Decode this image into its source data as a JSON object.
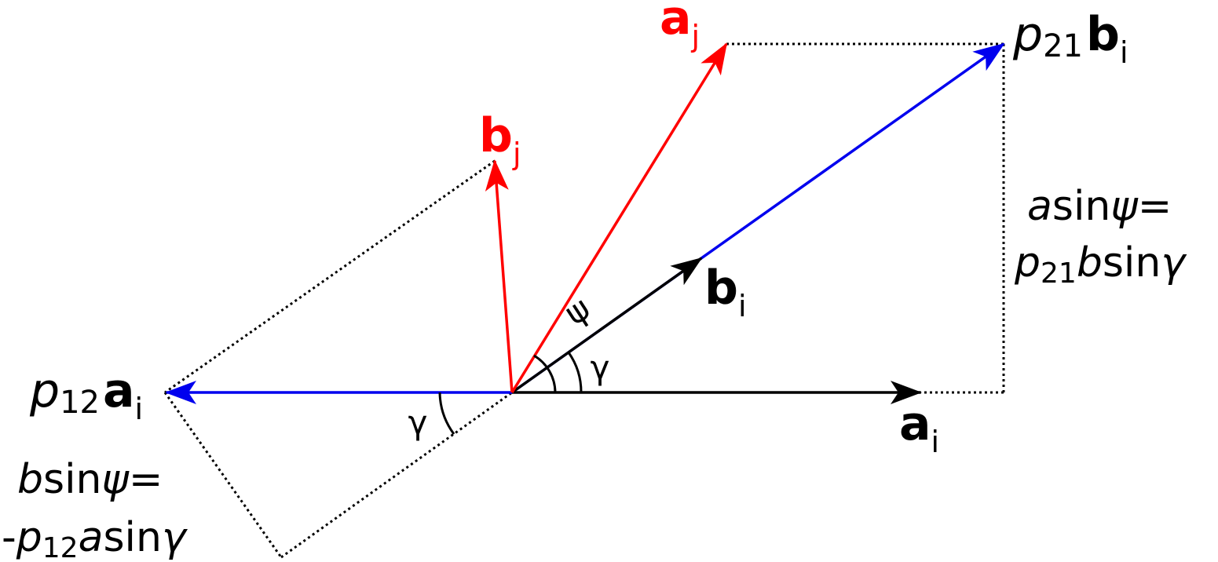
{
  "colors": {
    "red": "#ff0000",
    "blue": "#0000ee",
    "black": "#000000"
  },
  "vectors": {
    "a_j": {
      "symbol": "a",
      "subscript": "j"
    },
    "b_j": {
      "symbol": "b",
      "subscript": "j"
    },
    "b_i": {
      "symbol": "b",
      "subscript": "i"
    },
    "a_i": {
      "symbol": "a",
      "subscript": "i"
    },
    "p21_b_i": {
      "scalar": "p",
      "scalar_sub": "21",
      "symbol": "b",
      "subscript": "i"
    },
    "p12_a_i": {
      "scalar": "p",
      "scalar_sub": "12",
      "symbol": "a",
      "subscript": "i"
    }
  },
  "angles": {
    "psi": "ψ",
    "gamma": "γ"
  },
  "equations": {
    "right": {
      "line1": {
        "a": "a",
        "sin": "sin",
        "psi": "ψ",
        "eq": "="
      },
      "line2": {
        "p": "p",
        "sub": "21",
        "b": "b",
        "sin": "sin",
        "gamma": "γ"
      }
    },
    "left": {
      "line1": {
        "b": "b",
        "sin": "sin",
        "psi": "ψ",
        "eq": "="
      },
      "line2": {
        "minus": "-",
        "p": "p",
        "sub": "12",
        "a": "a",
        "sin": "sin",
        "gamma": "γ"
      }
    }
  }
}
